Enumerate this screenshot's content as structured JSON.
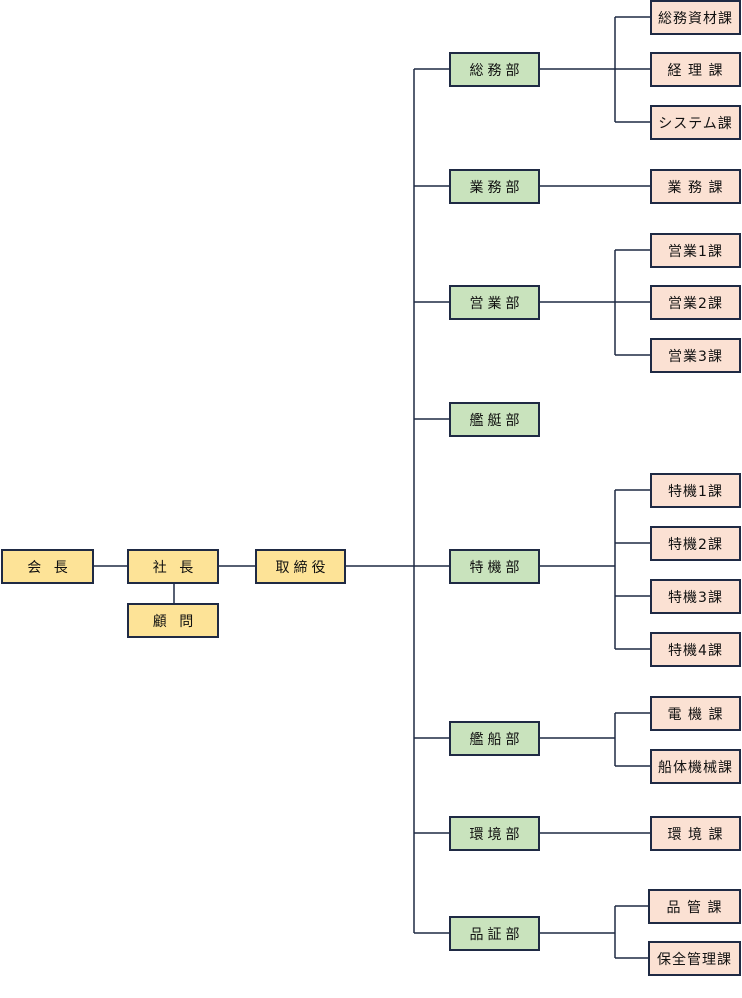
{
  "org": {
    "executives": {
      "chairman": "会 長",
      "president": "社 長",
      "advisor": "顧 問",
      "directors": "取締役"
    },
    "departments": [
      {
        "id": "soumu",
        "name": "総務部",
        "sections": [
          "総務資材課",
          "経 理 課",
          "システム課"
        ]
      },
      {
        "id": "gyomu",
        "name": "業務部",
        "sections": [
          "業 務 課"
        ]
      },
      {
        "id": "eigyo",
        "name": "営業部",
        "sections": [
          "営業1課",
          "営業2課",
          "営業3課"
        ]
      },
      {
        "id": "kantei",
        "name": "艦艇部",
        "sections": []
      },
      {
        "id": "tokki",
        "name": "特機部",
        "sections": [
          "特機1課",
          "特機2課",
          "特機3課",
          "特機4課"
        ]
      },
      {
        "id": "kansen",
        "name": "艦船部",
        "sections": [
          "電 機 課",
          "船体機械課"
        ]
      },
      {
        "id": "kankyo",
        "name": "環境部",
        "sections": [
          "環 境 課"
        ]
      },
      {
        "id": "hinsho",
        "name": "品証部",
        "sections": [
          "品 管 課",
          "保全管理課"
        ]
      }
    ]
  },
  "colors": {
    "executive": "#fde397",
    "department": "#c9e3bd",
    "section": "#fbe1d3",
    "border": "#1f2a44",
    "line": "#1f2a44"
  }
}
